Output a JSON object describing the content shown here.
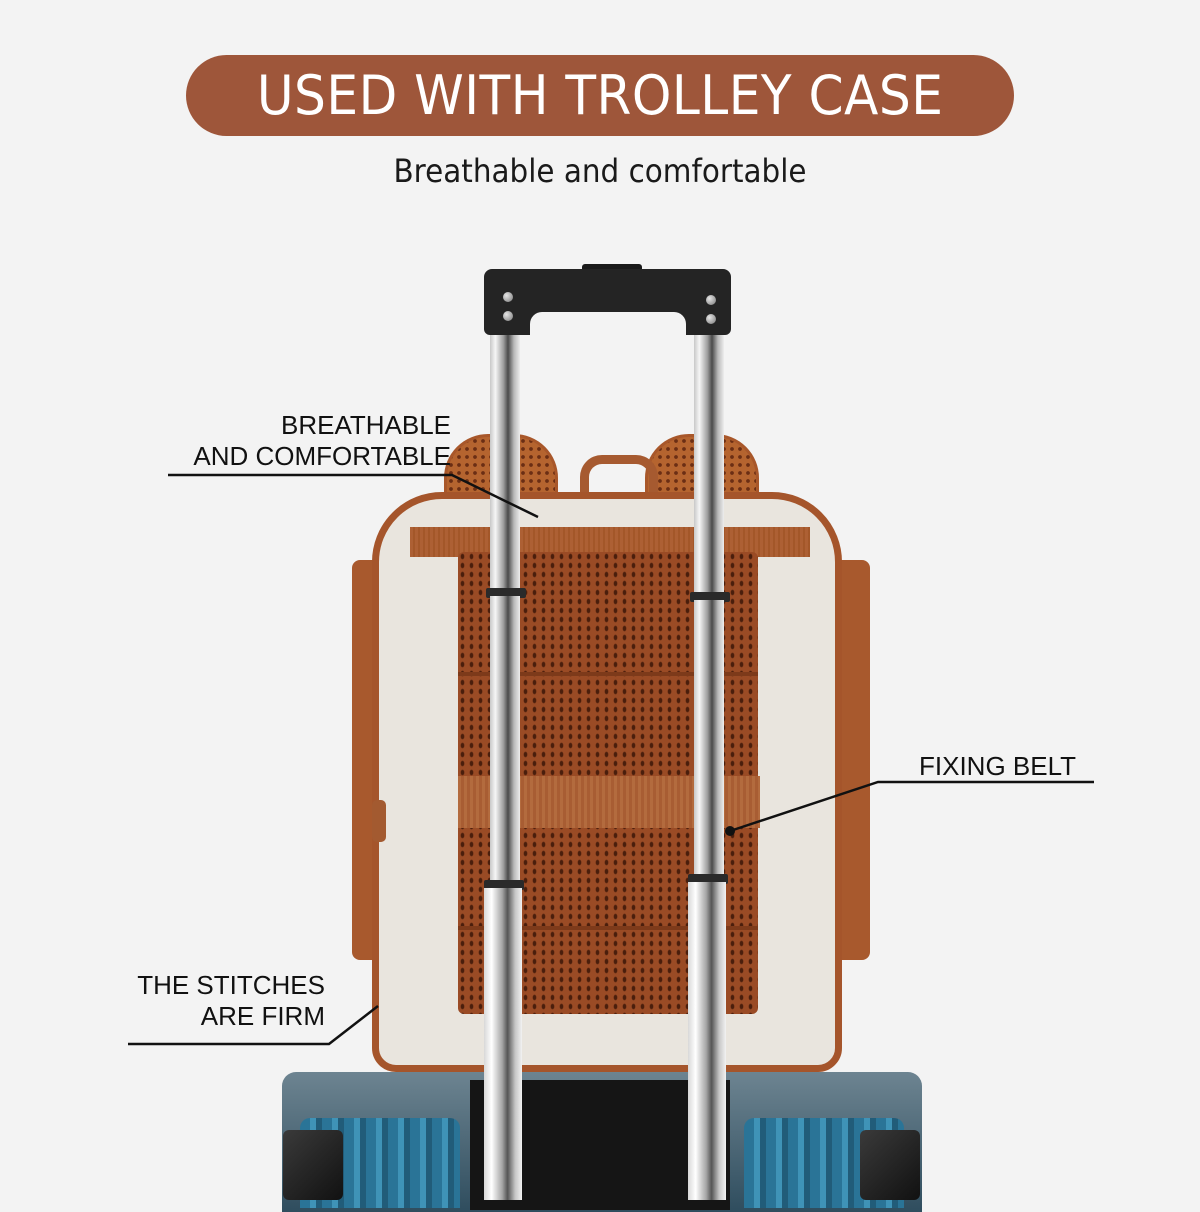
{
  "header": {
    "banner_title": "USED WITH TROLLEY CASE",
    "subtitle": "Breathable and comfortable"
  },
  "callouts": [
    {
      "id": "breathable",
      "lines": [
        "BREATHABLE",
        "AND COMFORTABLE"
      ]
    },
    {
      "id": "fixing-belt",
      "lines": [
        "FIXING BELT"
      ]
    },
    {
      "id": "stitches",
      "lines": [
        "THE STITCHES",
        "ARE FIRM"
      ]
    }
  ],
  "product": {
    "item": "backpack",
    "mounted_on": "trolley case",
    "colors": {
      "banner": "#9e563a",
      "backpack_body": "#e9e5de",
      "backpack_trim": "#a5552b",
      "mesh": "#9a4b25",
      "luggage": "#2a7497",
      "background": "#f3f3f3"
    }
  }
}
